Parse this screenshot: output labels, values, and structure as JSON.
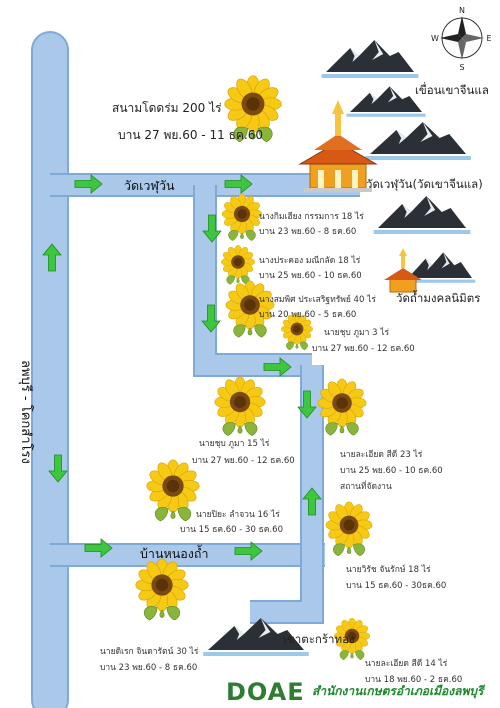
{
  "title_block": {
    "field": "สนามโดดร่ม 200 ไร่",
    "bloom": "บาน 27 พย.60 - 11 ธค.60"
  },
  "places": {
    "dam": "เขื่อนเขาจีนแล",
    "temple_main": "วัดเวฬุวัน(วัดเขาจีนแล)",
    "temple_small": "วัดถ้ำมงคลนิมิตร",
    "bottom_mountain": "เขาตะกร้าทอง",
    "collection_point": "สถานที่จัดงาน"
  },
  "roads": {
    "top": "วัดเวฬุวัน",
    "bottom": "บ้านหนองถ้ำ",
    "main_vertical": "ลพบุรี - โคกสำโรง"
  },
  "farms": [
    {
      "name": "นางกิมเฮียง กรรมการ 18 ไร่",
      "bloom": "บาน 23 พย.60 - 8 ธค.60"
    },
    {
      "name": "นางประคอง มณีกลัด 18 ไร่",
      "bloom": "บาน 25 พย.60 - 10 ธค.60"
    },
    {
      "name": "นางสมพิศ ประเสริฐทรัพย์ 40 ไร่",
      "bloom": "บาน 20 พย.60 - 5 ธค.60"
    },
    {
      "name": "นายชุบ ภูมา 3 ไร่",
      "bloom": "บาน 27 พย.60 - 12 ธค.60"
    },
    {
      "name": "นายชุบ ภูมา 15 ไร่",
      "bloom": "บาน 27 พย.60 - 12 ธค.60"
    },
    {
      "name": "นายละเอียด สีดี 23 ไร่",
      "bloom": "บาน 25 พย.60 - 10 ธค.60"
    },
    {
      "name": "นายปิยะ ลำจวน 16 ไร่",
      "bloom": "บาน 15 ธค.60 - 30 ธค.60"
    },
    {
      "name": "นายวิรัช จันรักษ์ 18 ไร่",
      "bloom": "บาน 15 ธค.60 - 30ธค.60"
    },
    {
      "name": "นายดิเรก จินดารัตน์ 30 ไร่",
      "bloom": "บาน 23 พย.60 - 8 ธค.60"
    },
    {
      "name": "นายละเอียด สีดี 14 ไร่",
      "bloom": "บาน 18 พย.60 - 2 ธค.60"
    }
  ],
  "compass": [
    "N",
    "E",
    "S",
    "W"
  ],
  "footer": {
    "logo": "DOAE",
    "office": "สำนักงานเกษตรอำเภอเมืองลพบุรี"
  },
  "colors": {
    "road": "#a9c8ea",
    "road_edge": "#7fa9d6",
    "arrow": "#3ec63e",
    "petal": "#f6c915",
    "flower_center": "#7a4a10",
    "mountain": "#2b2f36",
    "logo_green": "#2e7d32"
  }
}
